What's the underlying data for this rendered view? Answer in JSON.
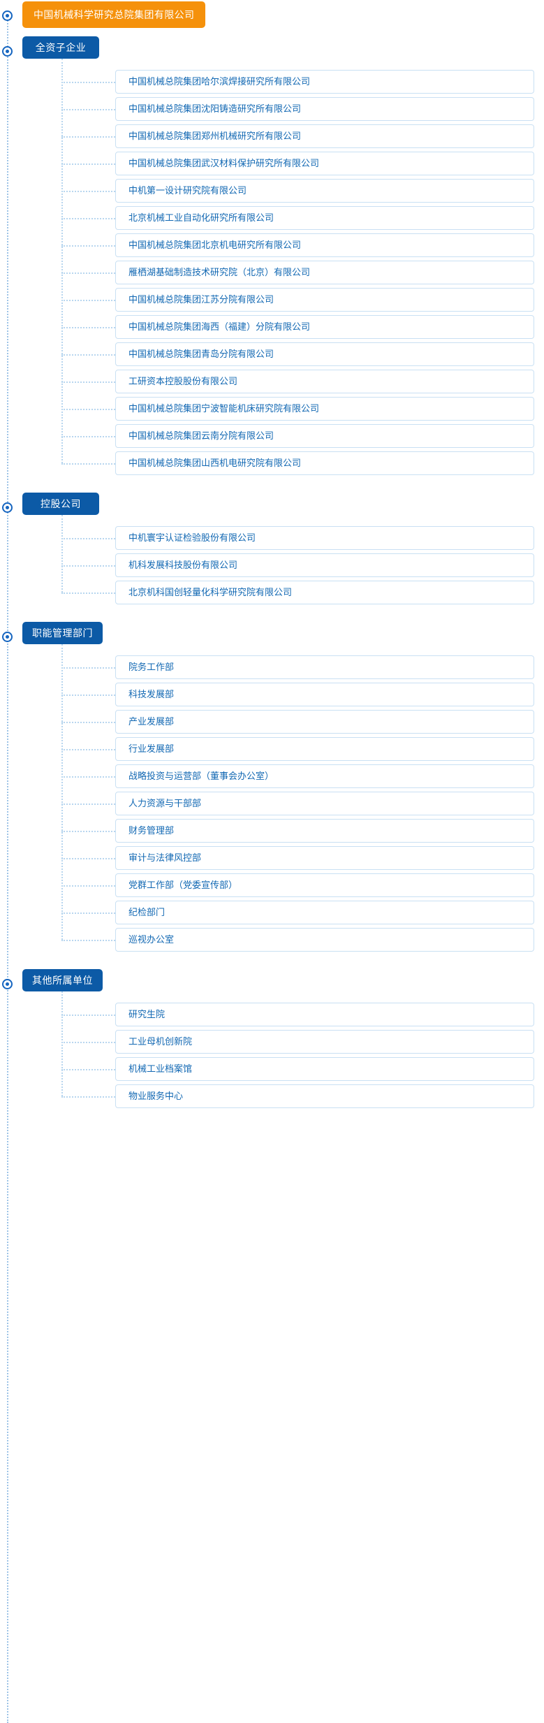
{
  "root": {
    "label": "中国机械科学研究总院集团有限公司",
    "color": "#f5910b"
  },
  "theme": {
    "category_color": "#0c5aa6",
    "leaf_text_color": "#1268b3",
    "leaf_border_color": "#c9e0f3",
    "connector_color": "#b8d6ef"
  },
  "groups": [
    {
      "label": "全资子企业",
      "items": [
        {
          "label": "中国机械总院集团哈尔滨焊接研究所有限公司"
        },
        {
          "label": "中国机械总院集团沈阳铸造研究所有限公司"
        },
        {
          "label": "中国机械总院集团郑州机械研究所有限公司"
        },
        {
          "label": "中国机械总院集团武汉材料保护研究所有限公司"
        },
        {
          "label": "中机第一设计研究院有限公司"
        },
        {
          "label": "北京机械工业自动化研究所有限公司"
        },
        {
          "label": "中国机械总院集团北京机电研究所有限公司"
        },
        {
          "label": "雁栖湖基础制造技术研究院（北京）有限公司"
        },
        {
          "label": "中国机械总院集团江苏分院有限公司"
        },
        {
          "label": "中国机械总院集团海西（福建）分院有限公司"
        },
        {
          "label": "中国机械总院集团青岛分院有限公司"
        },
        {
          "label": "工研资本控股股份有限公司"
        },
        {
          "label": "中国机械总院集团宁波智能机床研究院有限公司"
        },
        {
          "label": "中国机械总院集团云南分院有限公司"
        },
        {
          "label": "中国机械总院集团山西机电研究院有限公司"
        }
      ]
    },
    {
      "label": "控股公司",
      "items": [
        {
          "label": "中机寰宇认证检验股份有限公司"
        },
        {
          "label": "机科发展科技股份有限公司"
        },
        {
          "label": "北京机科国创轻量化科学研究院有限公司"
        }
      ]
    },
    {
      "label": "职能管理部门",
      "items": [
        {
          "label": "院务工作部"
        },
        {
          "label": "科技发展部"
        },
        {
          "label": "产业发展部"
        },
        {
          "label": "行业发展部"
        },
        {
          "label": "战略投资与运营部（董事会办公室）"
        },
        {
          "label": "人力资源与干部部"
        },
        {
          "label": "财务管理部"
        },
        {
          "label": "审计与法律风控部"
        },
        {
          "label": "党群工作部（党委宣传部）"
        },
        {
          "label": "纪检部门"
        },
        {
          "label": "巡视办公室"
        }
      ]
    },
    {
      "label": "其他所属单位",
      "items": [
        {
          "label": "研究生院"
        },
        {
          "label": "工业母机创新院"
        },
        {
          "label": "机械工业档案馆"
        },
        {
          "label": "物业服务中心"
        }
      ]
    }
  ]
}
